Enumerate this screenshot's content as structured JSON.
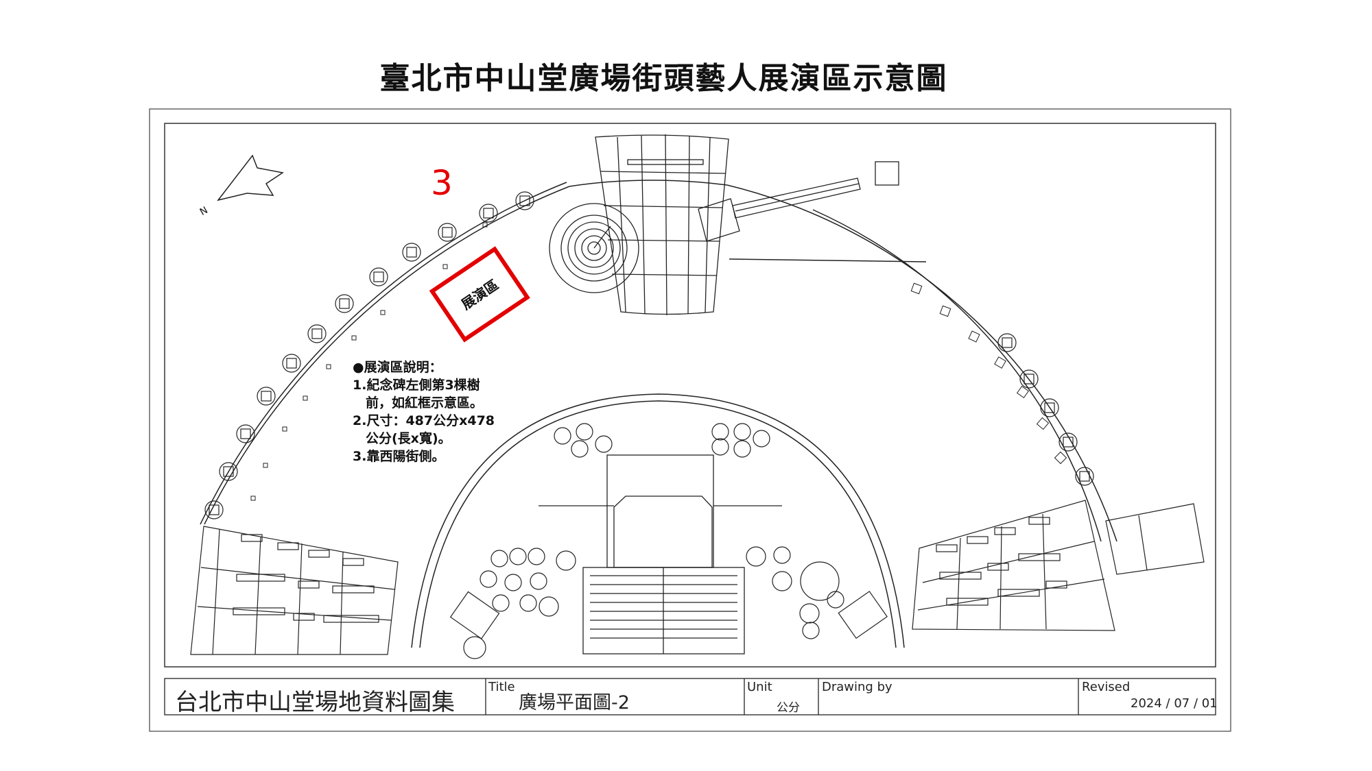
{
  "title": "臺北市中山堂廣場街頭藝人展演區示意圖",
  "north_label": "N",
  "marker_number": "3",
  "zone_label": "展演區",
  "notes": [
    "●展演區說明：",
    "1.紀念碑左側第3棵樹",
    "　前，如紅框示意區。",
    "2.尺寸：487公分x478",
    "　公分(長x寬)。",
    "3.靠西陽街側。"
  ],
  "title_block": {
    "collection": "台北市中山堂場地資料圖集",
    "title_label": "Title",
    "title_value": "廣場平面圖-2",
    "unit_label": "Unit",
    "unit_value": "公分",
    "drawn_label": "Drawing by",
    "drawn_value": "",
    "revised_label": "Revised",
    "revised_value": "2024 / 07 / 01"
  },
  "colors": {
    "line": "#222222",
    "highlight": "#e30000"
  }
}
